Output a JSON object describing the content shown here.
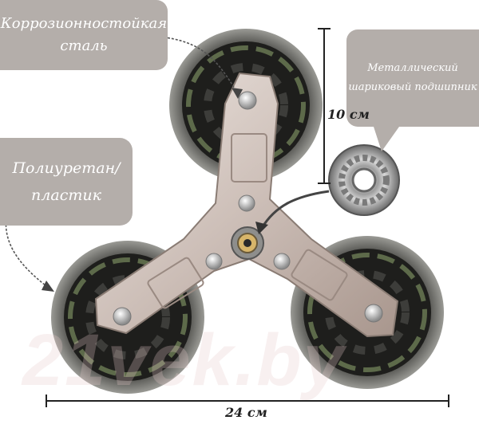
{
  "callouts": {
    "steel_line1": "Коррозионностойкая",
    "steel_line2": "сталь",
    "pu_line1": "Полиуретан/",
    "pu_line2": "пластик",
    "bearing_line1": "Металлический",
    "bearing_line2": "шариковый подшипник"
  },
  "dimensions": {
    "height": "10 см",
    "width": "24 см"
  },
  "watermark": "21vek.by",
  "colors": {
    "callout_bg": "#b4aeaa",
    "callout_text": "#ffffff",
    "dimension_line": "#222222",
    "wheel_tire": "#3a3a38",
    "plate": "#d9cfc9"
  }
}
